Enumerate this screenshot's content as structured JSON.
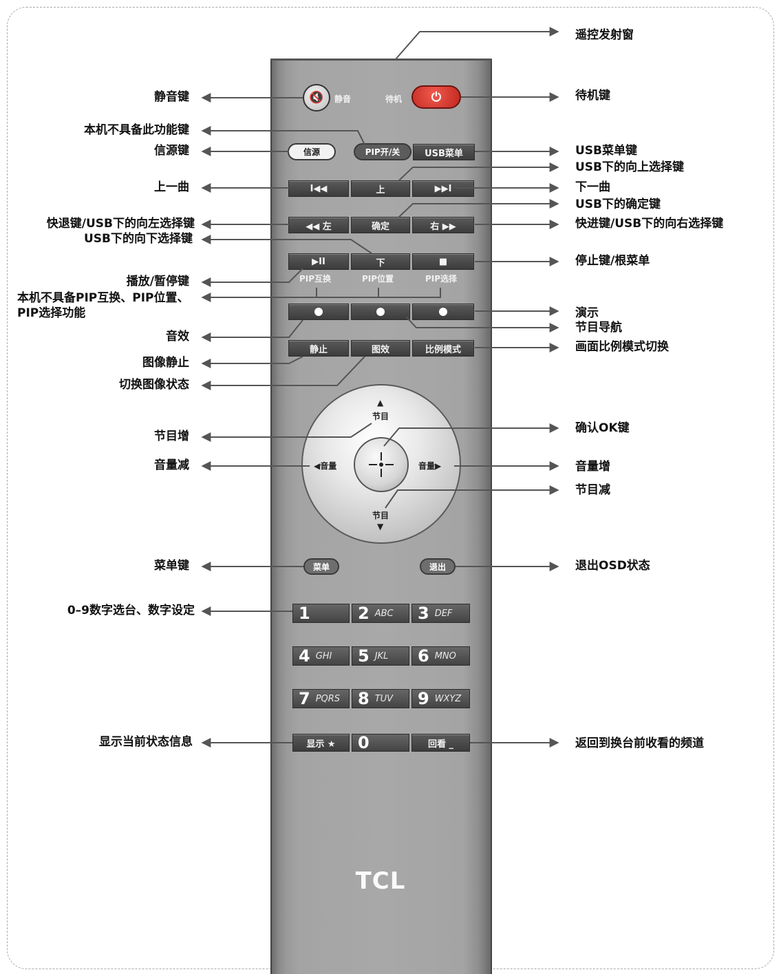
{
  "left_labels": [
    {
      "id": "mute",
      "text": "静音键"
    },
    {
      "id": "no-func",
      "text": "本机不具备此功能键"
    },
    {
      "id": "source",
      "text": "信源键"
    },
    {
      "id": "prev-track",
      "text": "上一曲"
    },
    {
      "id": "rewind",
      "text": "快退键/USB下的向左选择键"
    },
    {
      "id": "usb-down",
      "text": "USB下的向下选择键"
    },
    {
      "id": "play-pause",
      "text": "播放/暂停键"
    },
    {
      "id": "pip-no-func-1",
      "text": "本机不具备PIP互换、PIP位置、"
    },
    {
      "id": "pip-no-func-2",
      "text": "PIP选择功能"
    },
    {
      "id": "sound-effect",
      "text": "音效"
    },
    {
      "id": "freeze",
      "text": "图像静止"
    },
    {
      "id": "picture-mode",
      "text": "切换图像状态"
    },
    {
      "id": "channel-up",
      "text": "节目增"
    },
    {
      "id": "volume-down",
      "text": "音量减"
    },
    {
      "id": "menu",
      "text": "菜单键"
    },
    {
      "id": "digits",
      "text": "0–9数字选台、数字设定"
    },
    {
      "id": "display-info",
      "text": "显示当前状态信息"
    }
  ],
  "right_labels": [
    {
      "id": "ir-window",
      "text": "遥控发射窗"
    },
    {
      "id": "standby",
      "text": "待机键"
    },
    {
      "id": "usb-menu",
      "text": "USB菜单键"
    },
    {
      "id": "usb-up",
      "text": "USB下的向上选择键"
    },
    {
      "id": "next-track",
      "text": "下一曲"
    },
    {
      "id": "usb-ok",
      "text": "USB下的确定键"
    },
    {
      "id": "fast-forward",
      "text": "快进键/USB下的向右选择键"
    },
    {
      "id": "stop",
      "text": "停止键/根菜单"
    },
    {
      "id": "demo",
      "text": "演示"
    },
    {
      "id": "epg",
      "text": "节目导航"
    },
    {
      "id": "aspect",
      "text": "画面比例模式切换"
    },
    {
      "id": "ok",
      "text": "确认OK键"
    },
    {
      "id": "volume-up",
      "text": "音量增"
    },
    {
      "id": "channel-down",
      "text": "节目减"
    },
    {
      "id": "exit-osd",
      "text": "退出OSD状态"
    },
    {
      "id": "recall",
      "text": "返回到换台前收看的频道"
    }
  ],
  "remote": {
    "mute_text": "静音",
    "standby_text": "待机",
    "source": "信源",
    "pip_onoff": "PIP开/关",
    "usb_menu": "USB菜单",
    "prev": "I◀◀",
    "up": "上",
    "next": "▶▶I",
    "rew": "◀◀ 左",
    "ok": "确定",
    "ff": "右 ▶▶",
    "play": "▶II",
    "down": "下",
    "stop": "■",
    "pip_swap": "PIP互换",
    "pip_pos": "PIP位置",
    "pip_sel": "PIP选择",
    "still": "静止",
    "pic": "图效",
    "ratio": "比例模式",
    "ch_top": "节目",
    "ch_bottom": "节目",
    "vol_left": "◀音量",
    "vol_right": "音量▶",
    "menu": "菜单",
    "exit": "退出",
    "display": "显示 ★",
    "recall": "回看 _",
    "logo": "TCL"
  },
  "numpad": [
    {
      "digit": "1",
      "letters": ""
    },
    {
      "digit": "2",
      "letters": "ABC"
    },
    {
      "digit": "3",
      "letters": "DEF"
    },
    {
      "digit": "4",
      "letters": "GHI"
    },
    {
      "digit": "5",
      "letters": "JKL"
    },
    {
      "digit": "6",
      "letters": "MNO"
    },
    {
      "digit": "7",
      "letters": "PQRS"
    },
    {
      "digit": "8",
      "letters": "TUV"
    },
    {
      "digit": "9",
      "letters": "WXYZ"
    },
    {
      "digit": "0",
      "letters": ""
    }
  ],
  "colors": {
    "standby": "#d8342c",
    "body": "#a8a8a8",
    "keys": "#4a4a4a",
    "arrow": "#555555"
  }
}
